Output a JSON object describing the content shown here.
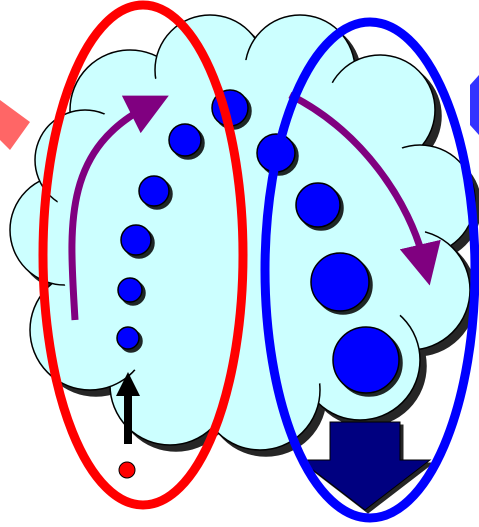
{
  "diagram": {
    "colors": {
      "cloud_fill": "#CCFFFF",
      "cloud_stroke": "#000000",
      "left_ellipse": "#FF0000",
      "right_ellipse": "#0000FF",
      "dot_fill": "#0000FF",
      "seed_dot": "#FF0000",
      "curved_arrows": "#800080",
      "up_arrow": "#000000",
      "down_arrow": "#000080",
      "side_arrow_left": "#FF6666",
      "side_arrow_right": "#3333FF"
    },
    "elements": {
      "cloud": "cloud-shape",
      "left_ellipse": "red-ellipse",
      "right_ellipse": "blue-ellipse",
      "dot_chain": "growing-dots",
      "up_arrow": "up-arrow-icon",
      "down_arrow": "down-arrow-icon",
      "left_curve_arrow": "curved-arrow-icon",
      "right_curve_arrow": "curved-arrow-icon"
    }
  }
}
